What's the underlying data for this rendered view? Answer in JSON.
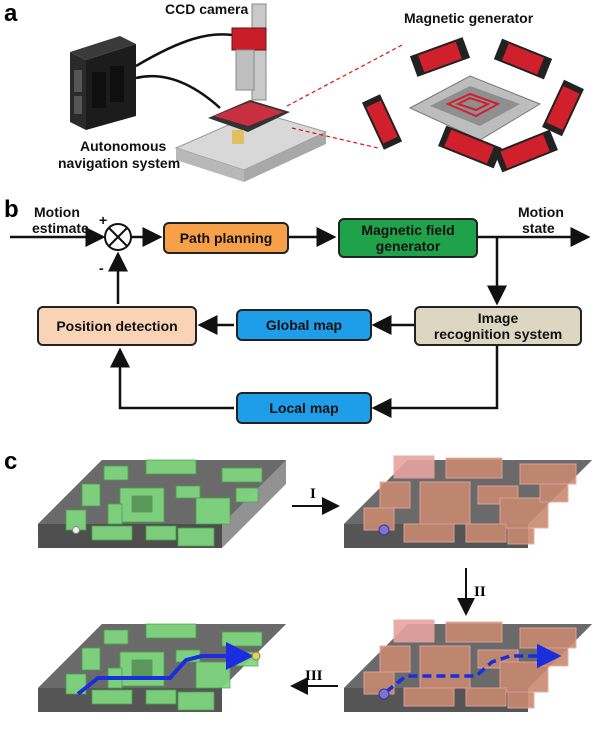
{
  "panels": {
    "a": "a",
    "b": "b",
    "c": "c"
  },
  "panel_a": {
    "ccd_camera": "CCD camera",
    "magnetic_generator": "Magnetic generator",
    "nav_system_line1": "Autonomous",
    "nav_system_line2": "navigation system"
  },
  "panel_b": {
    "motion_estimate_line1": "Motion",
    "motion_estimate_line2": "estimate",
    "plus": "+",
    "minus": "-",
    "path_planning": "Path planning",
    "mag_field_line1": "Magnetic field",
    "mag_field_line2": "generator",
    "motion_state_line1": "Motion",
    "motion_state_line2": "state",
    "image_rec_line1": "Image",
    "image_rec_line2": "recognition system",
    "global_map": "Global map",
    "position_detection": "Position detection",
    "local_map": "Local map",
    "colors": {
      "path_planning": "#f7a04a",
      "magnetic_field": "#1fa24a",
      "image_recognition": "#ddd6c0",
      "global_map": "#1e9ee8",
      "local_map": "#1e9ee8",
      "position_detection": "#f9d3b6"
    }
  },
  "panel_c": {
    "step_1": "I",
    "step_2": "II",
    "step_3": "III",
    "colors": {
      "green_walls": "#7fd87f",
      "red_walls": "#d99a8a",
      "path": "#1a2ee0",
      "board": "#5c5c5c"
    }
  }
}
